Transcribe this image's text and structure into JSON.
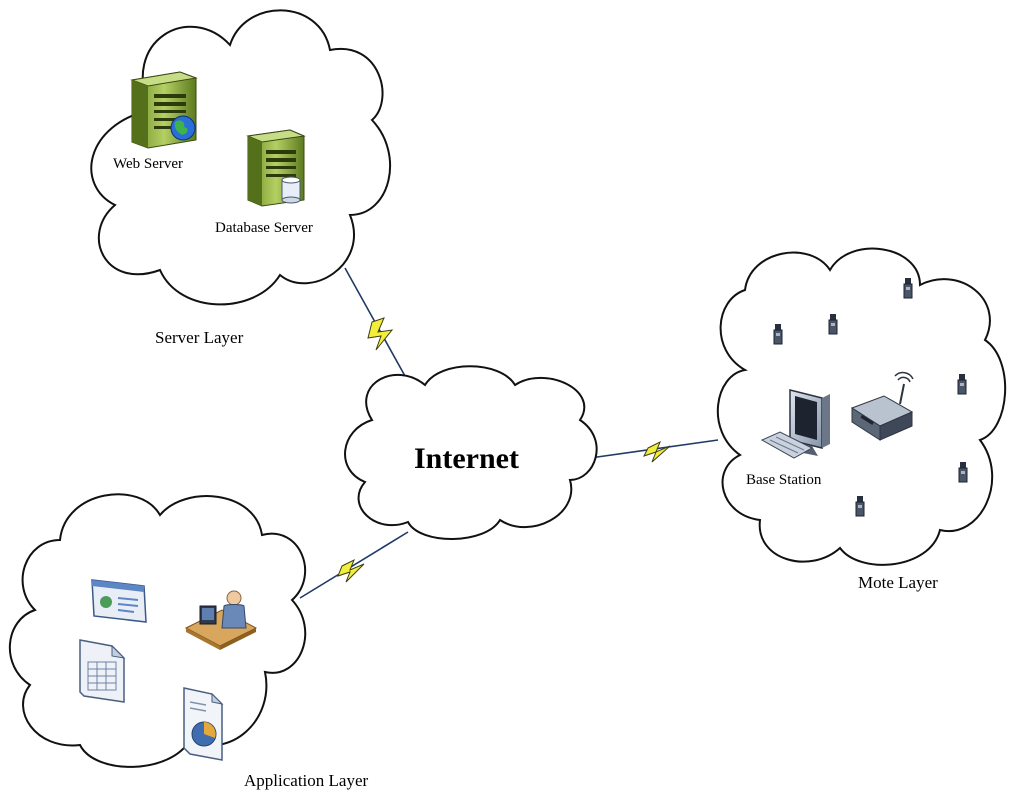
{
  "labels": {
    "internet": "Internet",
    "web_server": "Web Server",
    "database_server": "Database Server",
    "server_layer": "Server Layer",
    "base_station": "Base Station",
    "mote_layer": "Mote Layer",
    "application_layer": "Application Layer"
  },
  "colors": {
    "server_green": "#8fae3f",
    "cloud_stroke": "#111111",
    "link_blue": "#1f3a66",
    "bolt_yellow": "#f2ee3a"
  },
  "icons": [
    "web-server-icon",
    "globe-icon",
    "database-server-icon",
    "database-cylinder-icon",
    "desktop-computer-icon",
    "keyboard-icon",
    "wireless-router-icon",
    "sensor-mote-icon",
    "dashboard-icon",
    "user-at-desk-icon",
    "spreadsheet-icon",
    "pie-chart-report-icon",
    "lightning-bolt-icon"
  ]
}
